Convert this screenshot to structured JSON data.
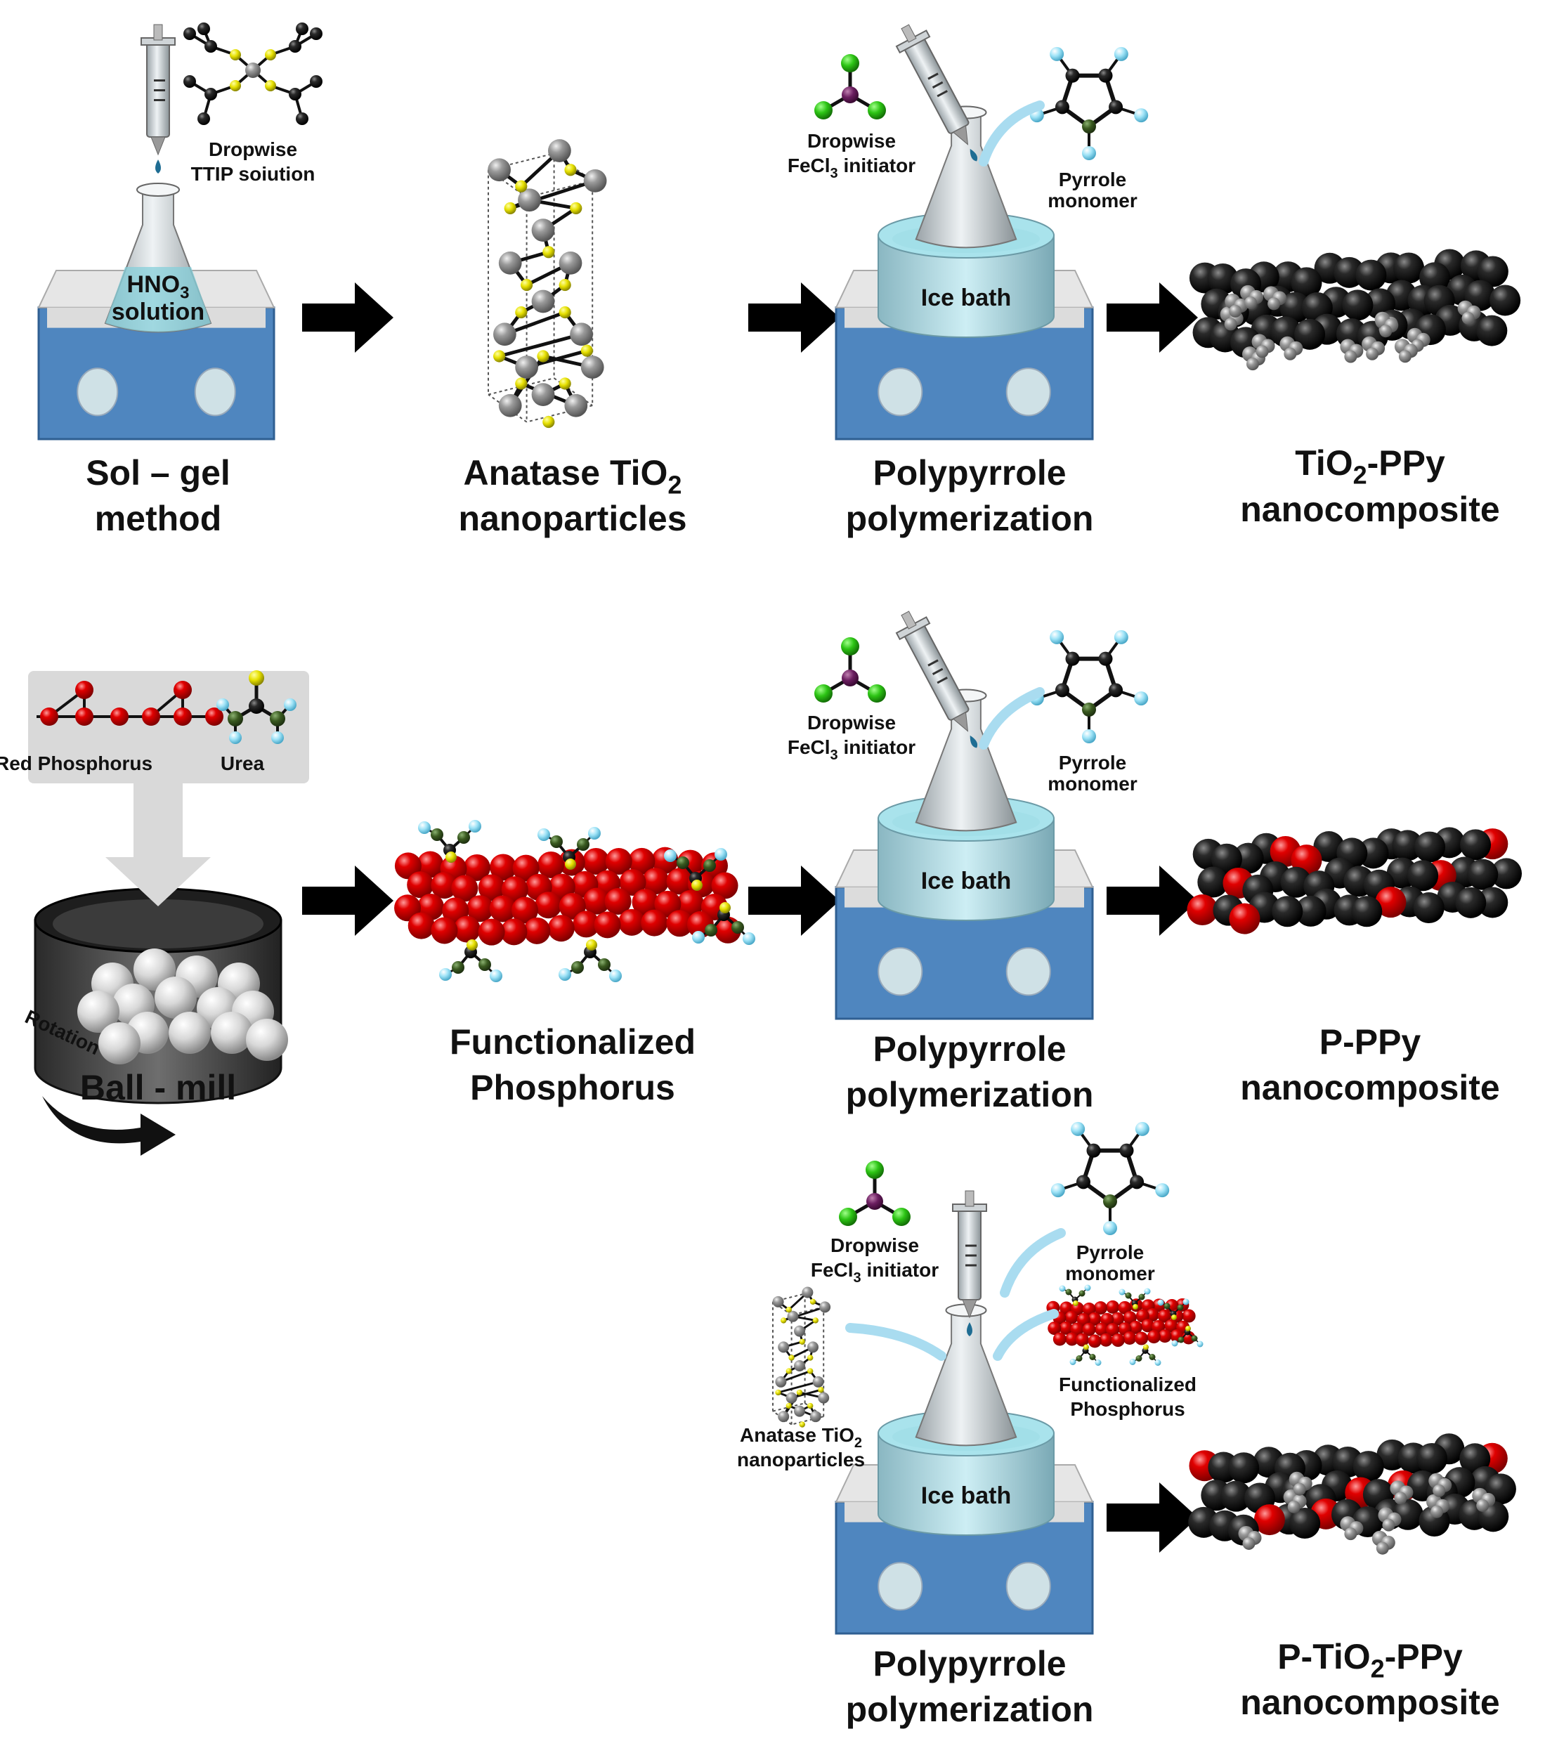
{
  "row1": {
    "sol_gel": {
      "label_lines": [
        "Sol – gel",
        "method"
      ],
      "reagent_lines": [
        "Dropwise",
        "TTIP soiution"
      ],
      "flask_lines": [
        "HNO",
        "3",
        "solution"
      ]
    },
    "anatase": {
      "label_main": "Anatase TiO",
      "label_sub": "2",
      "label_line2": "nanoparticles"
    },
    "polymerization": {
      "label_lines": [
        "Polypyrrole",
        "polymerization"
      ],
      "initiator_lines": [
        "Dropwise",
        "FeCl",
        "3",
        " initiator"
      ],
      "monomer_lines": [
        "Pyrrole",
        "monomer"
      ],
      "bath_label": "Ice bath"
    },
    "product": {
      "label_main": "TiO",
      "label_sub": "2",
      "label_rest": "-PPy",
      "label_line2": "nanocomposite"
    }
  },
  "row2": {
    "ball_mill": {
      "label": "Ball - mill",
      "rotation_label": "Rotation",
      "input_a": "Red Phosphorus",
      "input_b": "Urea"
    },
    "functionalized": {
      "label_lines": [
        "Functionalized",
        "Phosphorus"
      ]
    },
    "polymerization": {
      "label_lines": [
        "Polypyrrole",
        "polymerization"
      ],
      "initiator_lines": [
        "Dropwise",
        "FeCl",
        "3",
        " initiator"
      ],
      "monomer_lines": [
        "Pyrrole",
        "monomer"
      ],
      "bath_label": "Ice bath"
    },
    "product": {
      "label_lines": [
        "P-PPy",
        "nanocomposite"
      ]
    }
  },
  "row3": {
    "polymerization": {
      "label_lines": [
        "Polypyrrole",
        "polymerization"
      ],
      "initiator_lines": [
        "Dropwise",
        "FeCl",
        "3",
        " initiator"
      ],
      "monomer_lines": [
        "Pyrrole",
        "monomer"
      ],
      "functionalized_lines": [
        "Functionalized",
        "Phosphorus"
      ],
      "anatase_lines": [
        "Anatase TiO",
        "2",
        "nanoparticles"
      ],
      "bath_label": "Ice bath"
    },
    "product": {
      "label_main": "P-TiO",
      "label_sub": "2",
      "label_rest": "-PPy",
      "label_line2": "nanocomposite"
    }
  },
  "colors": {
    "stirrer_blue": "#4f86bf",
    "ice_water": "#8fd4de",
    "phosphorus_red": "#d40000",
    "sulfur_yellow": "#e8e000",
    "carbon_black": "#111111",
    "arrow_black": "#000000"
  }
}
